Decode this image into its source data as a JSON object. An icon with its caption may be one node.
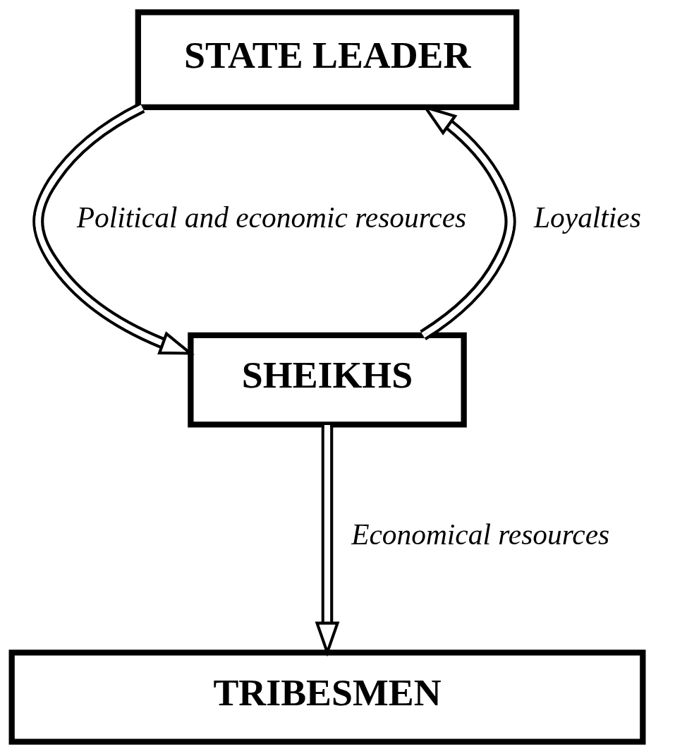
{
  "diagram": {
    "nodes": [
      {
        "text": [
          "STATE LEADER"
        ]
      },
      {
        "text": [
          "SHEIKHS"
        ]
      },
      {
        "text": [
          "TRIBESMEN"
        ]
      }
    ],
    "edges": [
      {
        "from": 0,
        "to": 1,
        "arrow": "to",
        "label": "Political and economic resources"
      },
      {
        "from": 1,
        "to": 0,
        "arrow": "to",
        "label": "Loyalties"
      },
      {
        "from": 1,
        "to": 2,
        "arrow": "to",
        "label": "Economical resources"
      }
    ]
  }
}
